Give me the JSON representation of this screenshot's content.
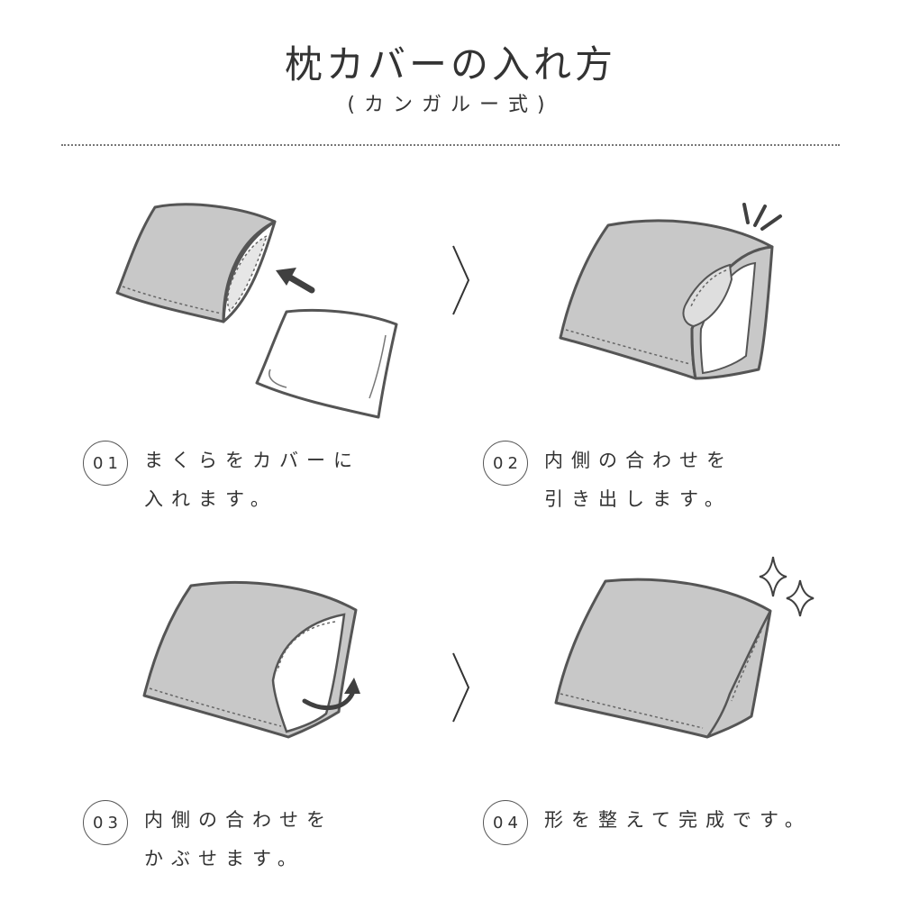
{
  "title": "枕カバーの入れ方",
  "subtitle": "(カンガルー式)",
  "colors": {
    "cover_fill": "#c8c8c8",
    "outline": "#555555",
    "accent_dark": "#404040"
  },
  "steps": [
    {
      "number": "01",
      "lines": [
        "まくらをカバーに",
        "入れます。"
      ]
    },
    {
      "number": "02",
      "lines": [
        "内側の合わせを",
        "引き出します。"
      ]
    },
    {
      "number": "03",
      "lines": [
        "内側の合わせを",
        "かぶせます。"
      ]
    },
    {
      "number": "04",
      "lines": [
        "形を整えて完成です。"
      ]
    }
  ]
}
